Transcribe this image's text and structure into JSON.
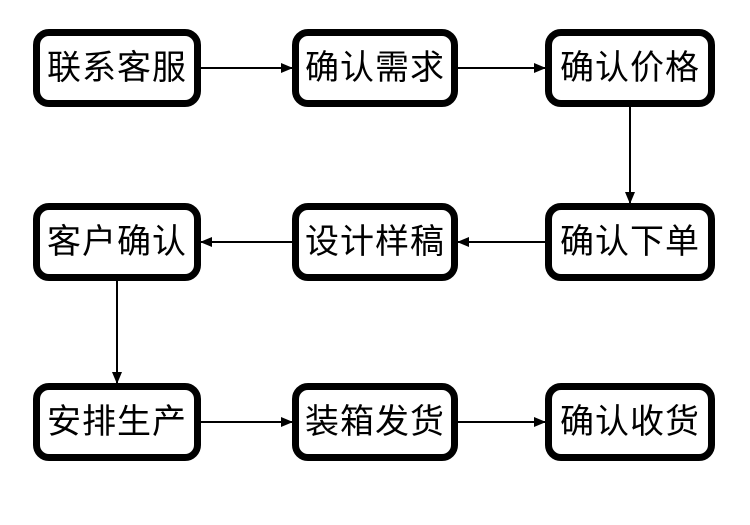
{
  "diagram": {
    "background": "#ffffff",
    "box_fill": "#ffffff",
    "box_border_color": "#000000",
    "line_color": "#000000",
    "text_color": "#000000",
    "nodes": [
      {
        "id": "contact-customer-service",
        "label": "联系客服"
      },
      {
        "id": "confirm-requirements",
        "label": "确认需求"
      },
      {
        "id": "confirm-price",
        "label": "确认价格"
      },
      {
        "id": "confirm-order",
        "label": "确认下单"
      },
      {
        "id": "design-draft",
        "label": "设计样稿"
      },
      {
        "id": "customer-confirmation",
        "label": "客户确认"
      },
      {
        "id": "arrange-production",
        "label": "安排生产"
      },
      {
        "id": "pack-and-ship",
        "label": "装箱发货"
      },
      {
        "id": "confirm-receipt",
        "label": "确认收货"
      }
    ],
    "edges": [
      {
        "from": "contact-customer-service",
        "to": "confirm-requirements"
      },
      {
        "from": "confirm-requirements",
        "to": "confirm-price"
      },
      {
        "from": "confirm-price",
        "to": "confirm-order"
      },
      {
        "from": "confirm-order",
        "to": "design-draft"
      },
      {
        "from": "design-draft",
        "to": "customer-confirmation"
      },
      {
        "from": "customer-confirmation",
        "to": "arrange-production"
      },
      {
        "from": "arrange-production",
        "to": "pack-and-ship"
      },
      {
        "from": "pack-and-ship",
        "to": "confirm-receipt"
      }
    ]
  }
}
